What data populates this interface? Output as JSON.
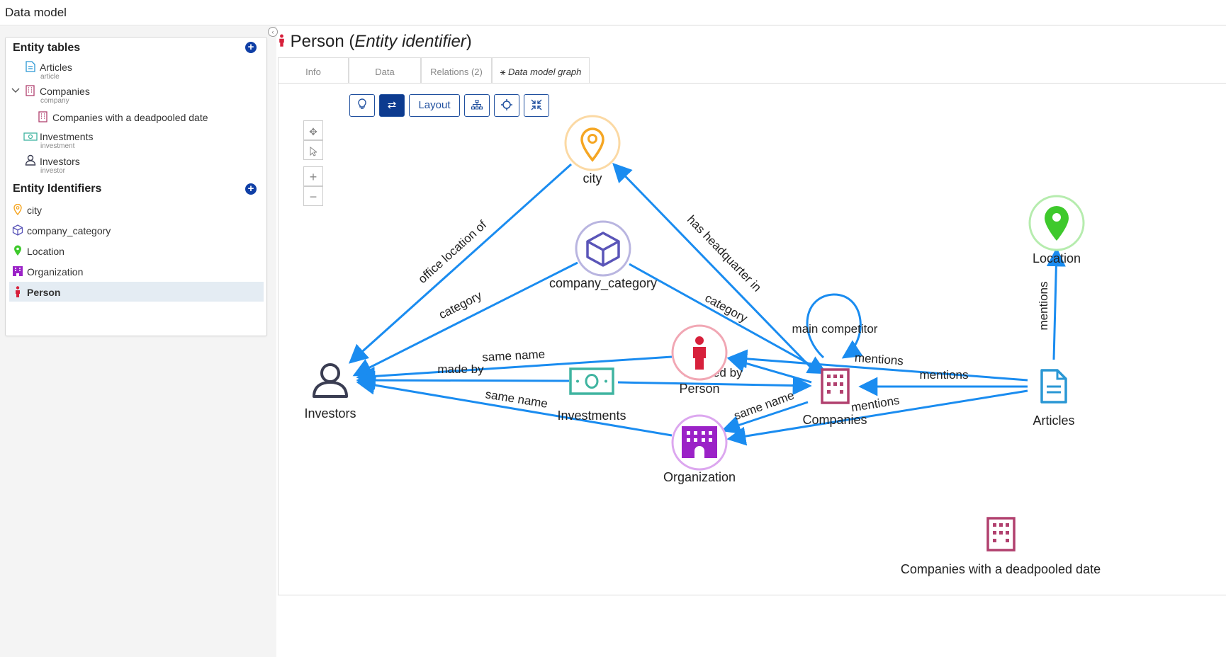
{
  "app": {
    "title": "Data model"
  },
  "sidebar": {
    "entity_tables_heading": "Entity tables",
    "entity_tables": [
      {
        "label": "Articles",
        "sub": "article",
        "icon": "document-icon"
      },
      {
        "label": "Companies",
        "sub": "company",
        "icon": "building-icon"
      },
      {
        "label": "Companies with a deadpooled date",
        "sub": "",
        "icon": "building-icon"
      },
      {
        "label": "Investments",
        "sub": "investment",
        "icon": "banknote-icon"
      },
      {
        "label": "Investors",
        "sub": "investor",
        "icon": "user-icon"
      }
    ],
    "entity_identifiers_heading": "Entity Identifiers",
    "entity_identifiers": [
      {
        "label": "city",
        "icon": "map-pin-icon"
      },
      {
        "label": "company_category",
        "icon": "cube-icon"
      },
      {
        "label": "Location",
        "icon": "map-pin-icon"
      },
      {
        "label": "Organization",
        "icon": "organization-icon"
      },
      {
        "label": "Person",
        "icon": "person-icon",
        "selected": true
      }
    ]
  },
  "header": {
    "name": "Person",
    "type": "Entity identifier"
  },
  "tabs": [
    {
      "label": "Info"
    },
    {
      "label": "Data"
    },
    {
      "label": "Relations (2)"
    },
    {
      "label": "Data model graph",
      "active": true
    }
  ],
  "toolbar": {
    "layout_label": "Layout"
  },
  "zoom": {
    "plus": "+",
    "minus": "−"
  },
  "graph": {
    "nodes": {
      "city": "city",
      "company_category": "company_category",
      "location": "Location",
      "person": "Person",
      "investors": "Investors",
      "investments": "Investments",
      "companies": "Companies",
      "articles": "Articles",
      "organization": "Organization",
      "deadpooled": "Companies with a deadpooled date"
    },
    "edges": {
      "office_location_of": "office location of",
      "has_headquarter_in": "has headquarter in",
      "category_left": "category",
      "category_right": "category",
      "main_competitor": "main competitor",
      "same_name_top": "same name",
      "made_by": "made by",
      "secured_by": "secured by",
      "same_name_bottom": "same name",
      "same_name_companies": "same name",
      "mentions_1": "mentions",
      "mentions_2": "mentions",
      "mentions_3": "mentions",
      "mentions_location": "mentions"
    }
  },
  "colors": {
    "edge": "#1a8cf0",
    "city": "#f5a623",
    "company_category": "#5a55b8",
    "location": "#3ec92c",
    "person": "#d7203b",
    "companies": "#b1406e",
    "organization": "#9b22c7",
    "investments": "#3fb4a0",
    "articles": "#2a97d4",
    "investors": "#3a3d52"
  }
}
